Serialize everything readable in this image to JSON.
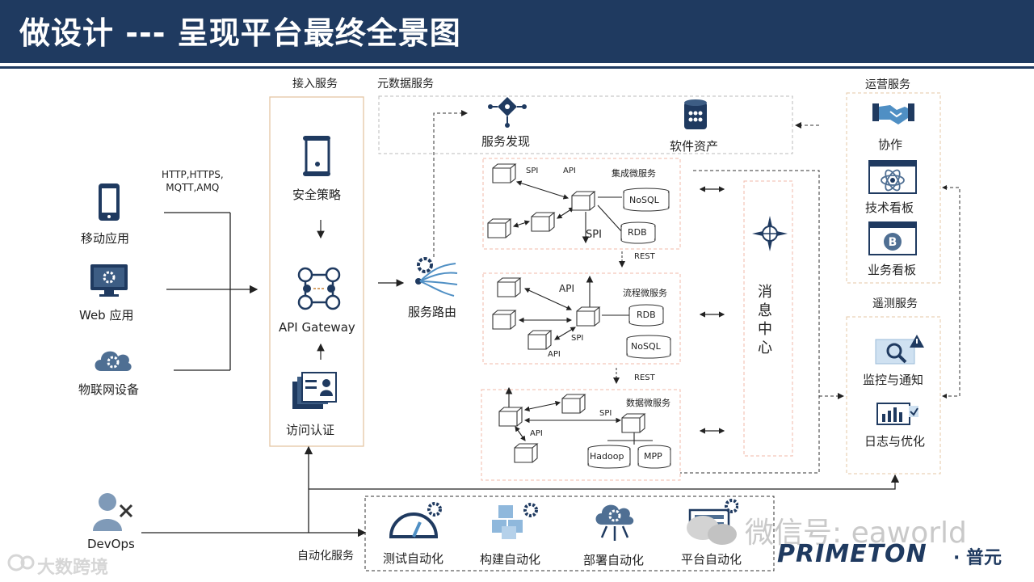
{
  "title": "做设计 --- 呈现平台最终全景图",
  "clients": {
    "protocols": "HTTP,HTTPS,\nMQTT,AMQ",
    "protocols_line1": "HTTP,HTTPS,",
    "protocols_line2": "MQTT,AMQ",
    "mobile": "移动应用",
    "web": "Web 应用",
    "iot": "物联网设备",
    "devops": "DevOps"
  },
  "access": {
    "section": "接入服务",
    "security": "安全策略",
    "gateway": "API Gateway",
    "auth": "访问认证"
  },
  "metadata": {
    "section": "元数据服务",
    "discovery": "服务发现",
    "assets": "软件资产"
  },
  "routing": {
    "label": "服务路由"
  },
  "micro": {
    "integration": "集成微服务",
    "process": "流程微服务",
    "data": "数据微服务",
    "api": "API",
    "spi": "SPI",
    "rest": "REST",
    "nosql": "NoSQL",
    "rdb": "RDB",
    "hadoop": "Hadoop",
    "mpp": "MPP"
  },
  "message_center": [
    "消",
    "息",
    "中",
    "心"
  ],
  "ops": {
    "section": "运营服务",
    "collab": "协作",
    "tech_board": "技术看板",
    "biz_board": "业务看板"
  },
  "telemetry": {
    "section": "遥测服务",
    "monitor": "监控与通知",
    "log": "日志与优化"
  },
  "automation": {
    "section": "自动化服务",
    "test": "测试自动化",
    "build": "构建自动化",
    "deploy": "部署自动化",
    "platform": "平台自动化"
  },
  "watermarks": {
    "wechat": "微信号: eaworld",
    "brand": "PRIMETON",
    "brand_cn": "· 普元",
    "source": "大数跨境"
  },
  "colors": {
    "title_bg": "#1f3a60",
    "icon": "#2b4a6f",
    "accent": "#d6a36a",
    "dashed": "#f2b8a8"
  }
}
